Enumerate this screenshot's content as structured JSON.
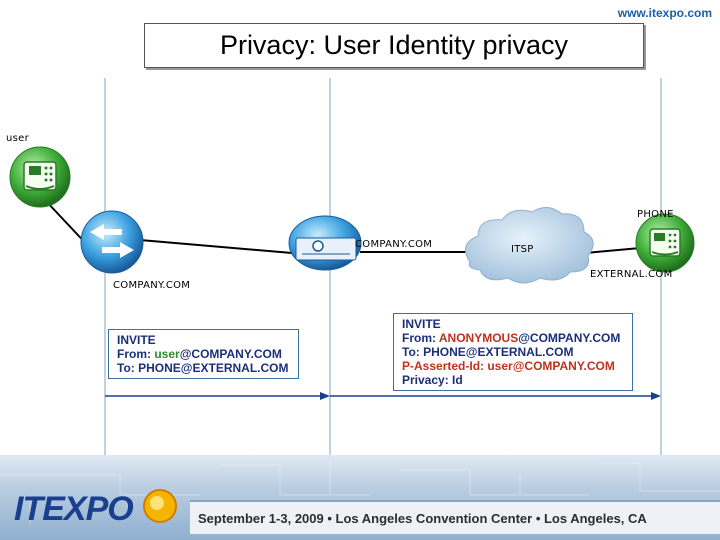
{
  "header": {
    "site_url": "www.itexpo.com",
    "title": "Privacy: User Identity privacy"
  },
  "labels": {
    "user": "user",
    "phone": "PHONE",
    "company_top": "COMPANY.COM",
    "itsp": "ITSP",
    "external": "EXTERNAL.COM",
    "company_left": "COMPANY.COM"
  },
  "messages": {
    "left": {
      "line1": "INVITE",
      "line2_prefix": "From: ",
      "line2_user": "user",
      "line2_suffix": "@COMPANY.COM",
      "line3": "To: PHONE@EXTERNAL.COM"
    },
    "right": {
      "line1": "INVITE",
      "line2_prefix": "From: ",
      "line2_anon": "ANONYMOUS",
      "line2_suffix": "@COMPANY.COM",
      "line3": "To: PHONE@EXTERNAL.COM",
      "line4": "P-Asserted-Id: user@COMPANY.COM",
      "line5": "Privacy: Id"
    }
  },
  "footer": {
    "logo": "ITEXPO",
    "event": "September 1-3, 2009  •  Los Angeles Convention Center  •  Los Angeles, CA"
  },
  "colors": {
    "accent_blue": "#1a5fa8",
    "highlight_red": "#c0311e",
    "device_green": "#3fae3a"
  }
}
